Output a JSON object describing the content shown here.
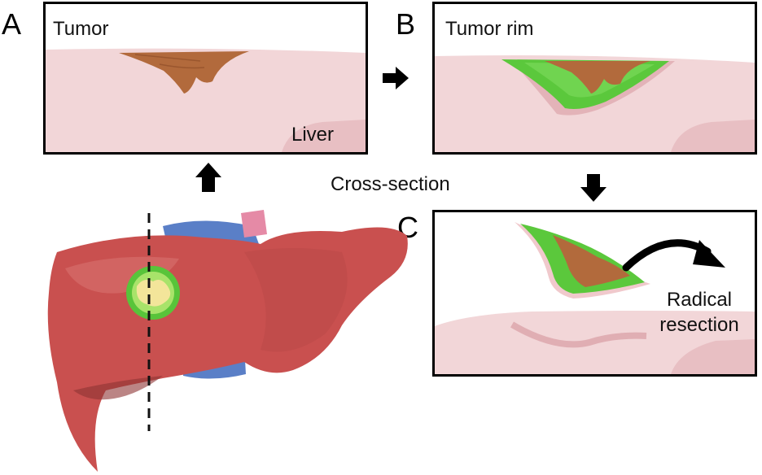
{
  "panels": {
    "a": {
      "letter": "A",
      "title": "Tumor",
      "organ_label": "Liver"
    },
    "b": {
      "letter": "B",
      "title": "Tumor rim"
    },
    "c": {
      "letter": "C",
      "caption": "Radical resection"
    }
  },
  "cross_section_label": "Cross-section",
  "colors": {
    "liver_tissue": "#f1d4d6",
    "tumor": "#b36b3f",
    "tumor_rim": "#5cc93c",
    "liver_organ": "#c9504f",
    "vessel": "#5a7fc7"
  }
}
